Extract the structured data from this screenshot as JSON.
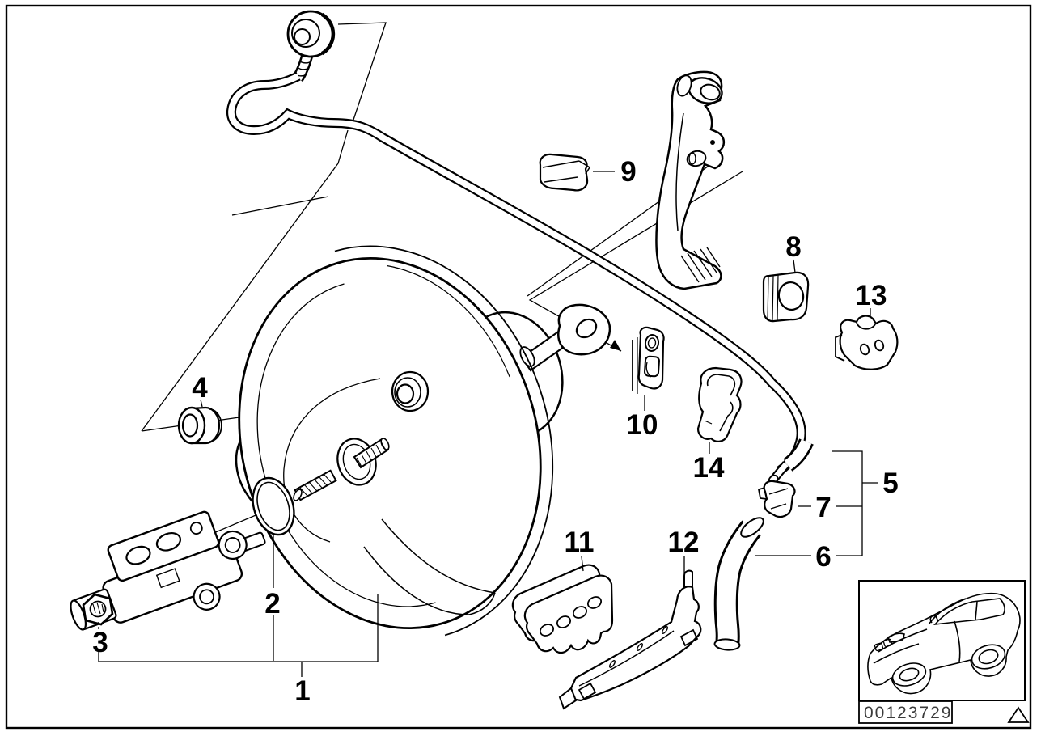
{
  "diagram_type": "parts-exploded-view",
  "callouts": [
    {
      "label": "1"
    },
    {
      "label": "2"
    },
    {
      "label": "3"
    },
    {
      "label": "4"
    },
    {
      "label": "5"
    },
    {
      "label": "6"
    },
    {
      "label": "7"
    },
    {
      "label": "8"
    },
    {
      "label": "9"
    },
    {
      "label": "10"
    },
    {
      "label": "11"
    },
    {
      "label": "12"
    },
    {
      "label": "13"
    },
    {
      "label": "14"
    }
  ],
  "stamp": {
    "code": "00123729"
  },
  "colors": {
    "ink": "#000000",
    "paper": "#ffffff",
    "stamp_ink": "#3a3a3a"
  }
}
